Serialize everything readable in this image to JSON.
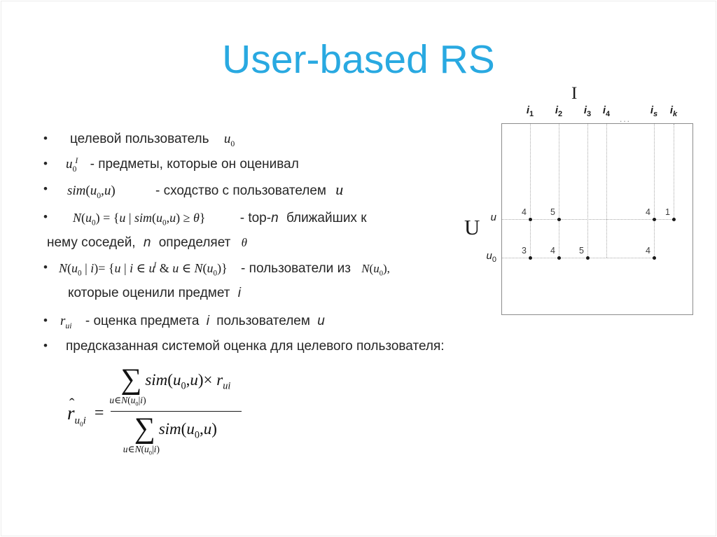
{
  "slide": {
    "title": "User-based RS"
  },
  "colors": {
    "accent": "#29a9e1",
    "text": "#262626",
    "diagram_line": "#a8a8a8"
  },
  "bullets": {
    "b1": {
      "marker": "•",
      "text": "целевой пользователь",
      "math": "u_{0}"
    },
    "b2": {
      "marker": "•",
      "math": "u_{0}^{I}",
      "text": "- предметы, которые он оценивал"
    },
    "b3": {
      "marker": "•",
      "math": "sim(u_{0},u)",
      "text": "- сходство с пользователем",
      "math2": "u"
    },
    "b4": {
      "marker": "•",
      "math": "N(u_{0}) = {u | sim(u_{0},u) ≥ θ}",
      "text1": "- top-",
      "italic1": "n",
      "text2": "ближайших к"
    },
    "b4b": {
      "text1": "нему соседей,",
      "italic1": "n",
      "text2": "определяет",
      "math": "θ"
    },
    "b5": {
      "marker": "•",
      "math": "N(u_{0} | i)= {u | i ∈ u^{I} & u ∈ N(u_{0})}",
      "text": "- пользователи из",
      "math2": "N(u_{0}),"
    },
    "b5b": {
      "text": "которые оценили предмет",
      "italic1": "i"
    },
    "b6": {
      "marker": "•",
      "math": "r_{ui}",
      "text1": "- оценка предмета",
      "italic1": "i",
      "text2": "пользователем",
      "italic2": "u"
    },
    "b7": {
      "marker": "•",
      "text": "предсказанная системой оценка для целевого пользователя:"
    }
  },
  "formula": {
    "hat": "ˆ",
    "lhs_base": "r",
    "lhs_sub": "u_{0}i",
    "equals": "=",
    "num_sum": "∑",
    "num_limits": "u∈N(u_{0}|i)",
    "num_expr": "sim(u_{0},u)× r_{ui}",
    "den_sum": "∑",
    "den_limits": "u∈N(u_{0}|i)",
    "den_expr": "sim(u_{0},u)"
  },
  "diagram": {
    "items_set_label": "I",
    "users_set_label": "U",
    "ellipsis": "...",
    "col_labels": [
      "i_{1}",
      "i_{2}",
      "i_{3}",
      "i_{4}",
      "i_{s}",
      "i_{k}"
    ],
    "rows": [
      {
        "label": "u",
        "ratings": [
          {
            "col": 0,
            "value": "4"
          },
          {
            "col": 1,
            "value": "5"
          },
          {
            "col": 4,
            "value": "4"
          },
          {
            "col": 5,
            "value": "1"
          }
        ]
      },
      {
        "label": "u_{0}",
        "ratings": [
          {
            "col": 0,
            "value": "3"
          },
          {
            "col": 1,
            "value": "4"
          },
          {
            "col": 2,
            "value": "5"
          },
          {
            "col": 4,
            "value": "4"
          }
        ]
      }
    ]
  }
}
